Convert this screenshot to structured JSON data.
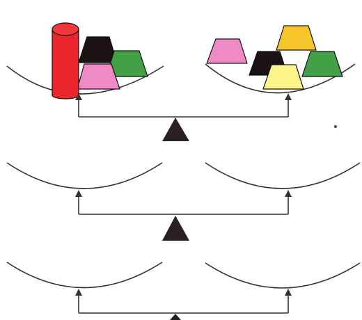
{
  "diagram": {
    "balances": [
      {
        "id": "top",
        "state": "loaded",
        "left_pan": {
          "objects": [
            {
              "shape": "cylinder",
              "color": "#e8262b"
            },
            {
              "shape": "trapezoid",
              "color": "#1a1213"
            },
            {
              "shape": "trapezoid",
              "color": "#43a047"
            },
            {
              "shape": "trapezoid",
              "color": "#f08ac6"
            }
          ]
        },
        "right_pan": {
          "objects": [
            {
              "shape": "trapezoid",
              "color": "#f08ac6"
            },
            {
              "shape": "trapezoid",
              "color": "#f6c62b"
            },
            {
              "shape": "trapezoid",
              "color": "#1a1213"
            },
            {
              "shape": "trapezoid",
              "color": "#43a047"
            },
            {
              "shape": "trapezoid",
              "color": "#fbf58a"
            }
          ]
        }
      },
      {
        "id": "middle",
        "state": "empty",
        "left_pan": {
          "objects": []
        },
        "right_pan": {
          "objects": []
        }
      },
      {
        "id": "bottom",
        "state": "empty",
        "left_pan": {
          "objects": []
        },
        "right_pan": {
          "objects": []
        }
      }
    ],
    "colors": {
      "line": "#333333",
      "fulcrum": "#2a1f24",
      "outline": "#111111"
    }
  }
}
